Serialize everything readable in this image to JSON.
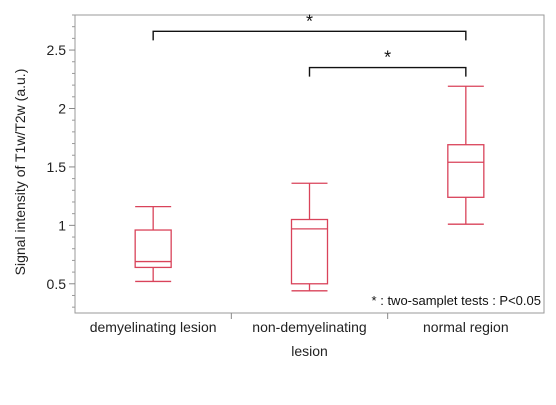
{
  "chart_data": {
    "type": "box",
    "title": "",
    "xlabel": "",
    "ylabel": "Signal intensity of T1w/T2w (a.u.)",
    "ylim": [
      0.25,
      2.8
    ],
    "y_ticks": [
      0.5,
      1,
      1.5,
      2,
      2.5
    ],
    "y_tick_labels": [
      "0.5",
      "1",
      "1.5",
      "2",
      "2.5"
    ],
    "categories": [
      [
        "demyelinating lesion"
      ],
      [
        "non-demyelinating",
        "lesion"
      ],
      [
        "normal region"
      ]
    ],
    "boxes": [
      {
        "category": "demyelinating lesion",
        "min": 0.52,
        "q1": 0.64,
        "median": 0.69,
        "q3": 0.96,
        "max": 1.16
      },
      {
        "category": "non-demyelinating lesion",
        "min": 0.44,
        "q1": 0.5,
        "median": 0.97,
        "q3": 1.05,
        "max": 1.36
      },
      {
        "category": "normal region",
        "min": 1.01,
        "q1": 1.24,
        "median": 1.54,
        "q3": 1.69,
        "max": 2.19
      }
    ],
    "significance": [
      {
        "from": 0,
        "to": 2,
        "label": "*",
        "y": 2.66
      },
      {
        "from": 1,
        "to": 2,
        "label": "*",
        "y": 2.35
      }
    ],
    "annotation": "* : two-samplet tests : P<0.05",
    "grid": false,
    "colors": {
      "box": "#d9435a",
      "axis": "#888888",
      "bracket": "#111111"
    }
  }
}
